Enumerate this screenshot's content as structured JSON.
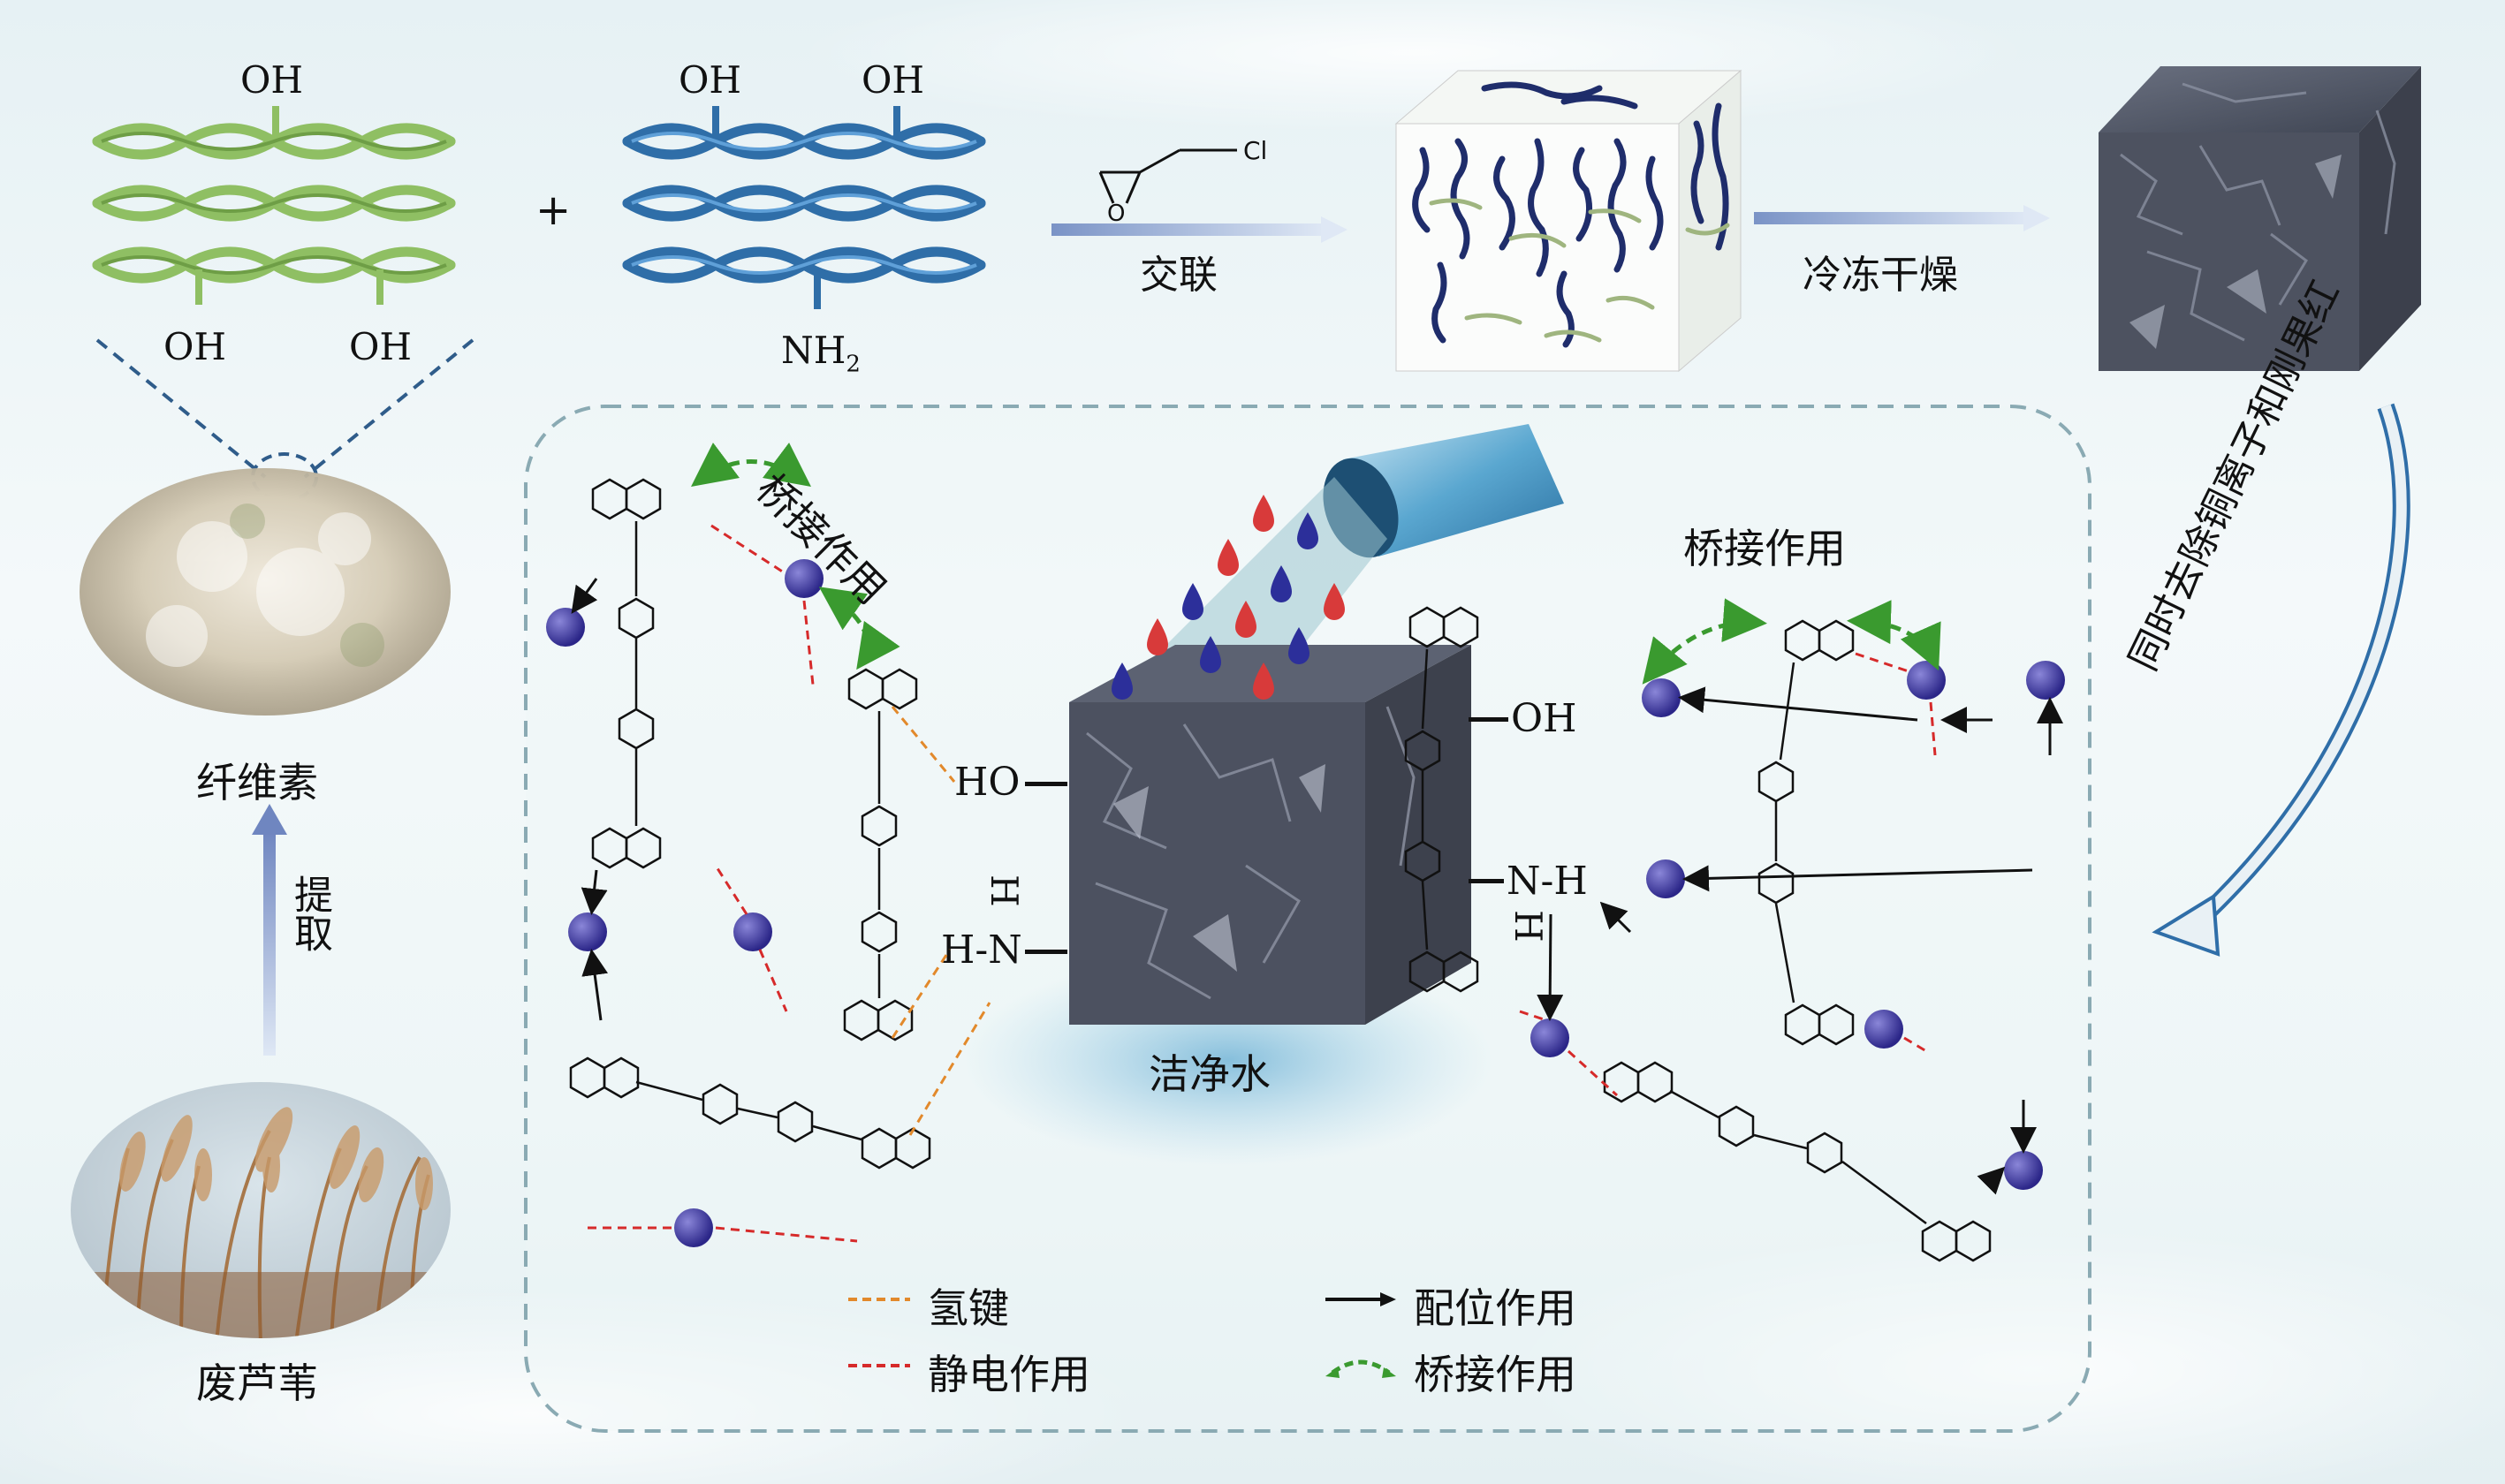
{
  "labels": {
    "cellulose": "纤维素",
    "waste_reed": "废芦苇",
    "extract": "提取",
    "crosslink": "交联",
    "freeze_dry": "冷冻干燥",
    "clean_water": "洁净水",
    "bridging_1": "桥接作用",
    "bridging_2": "桥接作用",
    "simultaneous": "同时去除铜离子和刚果红",
    "plus": "+"
  },
  "groups": {
    "oh_top": "OH",
    "oh_b1": "OH",
    "oh_b2": "OH",
    "chitosan_oh1": "OH",
    "chitosan_oh2": "OH",
    "nh2": "NH",
    "nh2_sub": "2",
    "ho": "HO",
    "hn_h": "H",
    "hn_hn": "H-N",
    "oh_right": "OH",
    "nh_right": "N-H",
    "nh_right_h": "H",
    "cl": "Cl",
    "epoxide_o": "O"
  },
  "legend": {
    "hydrogen_bond": "氢键",
    "electrostatic": "静电作用",
    "coordination": "配位作用",
    "bridging": "桥接作用"
  },
  "colors": {
    "hydrogen_bond": "#e2892b",
    "electrostatic": "#d62a2a",
    "coordination": "#111111",
    "bridging": "#3a9a2f",
    "cellulose_fiber": "#8fbf63",
    "chitosan_fiber": "#2f6ea8",
    "cu_ion": "#3a35a0",
    "arrow": "#9fb3d8",
    "dashed_box": "#8aaab3"
  },
  "icons": [
    "cu-ion-icon",
    "water-drop-icon",
    "aerogel-cube-icon",
    "epoxide-icon",
    "reed-photo",
    "cellulose-photo",
    "water-pipe-icon"
  ]
}
